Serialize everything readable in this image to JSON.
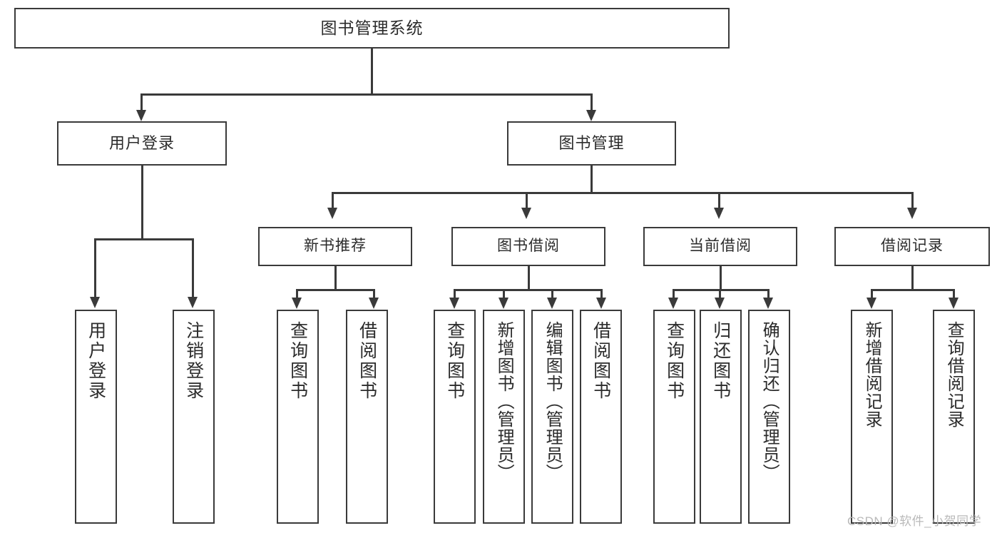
{
  "diagram": {
    "title": "图书管理系统",
    "type": "hierarchy-tree",
    "root": {
      "label": "图书管理系统"
    },
    "level2": [
      {
        "id": "user-login",
        "label": "用户登录"
      },
      {
        "id": "book-management",
        "label": "图书管理"
      }
    ],
    "level3": [
      {
        "id": "new-book-recommend",
        "label": "新书推荐"
      },
      {
        "id": "book-borrow",
        "label": "图书借阅"
      },
      {
        "id": "current-borrow",
        "label": "当前借阅"
      },
      {
        "id": "borrow-record",
        "label": "借阅记录"
      }
    ],
    "leaves": {
      "user_login": [
        {
          "id": "leaf-user-login",
          "label": "用户登录"
        },
        {
          "id": "leaf-logout",
          "label": "注销登录"
        }
      ],
      "new_book_recommend": [
        {
          "id": "leaf-query-book-1",
          "label": "查询图书"
        },
        {
          "id": "leaf-borrow-book-1",
          "label": "借阅图书"
        }
      ],
      "book_borrow": [
        {
          "id": "leaf-query-book-2",
          "label": "查询图书"
        },
        {
          "id": "leaf-add-book",
          "label": "新增图书（管理员）"
        },
        {
          "id": "leaf-edit-book",
          "label": "编辑图书（管理员）"
        },
        {
          "id": "leaf-borrow-book-2",
          "label": "借阅图书"
        }
      ],
      "current_borrow": [
        {
          "id": "leaf-query-book-3",
          "label": "查询图书"
        },
        {
          "id": "leaf-return-book",
          "label": "归还图书"
        },
        {
          "id": "leaf-confirm-return",
          "label": "确认归还（管理员）"
        }
      ],
      "borrow_record": [
        {
          "id": "leaf-add-record",
          "label": "新增借阅记录"
        },
        {
          "id": "leaf-query-record",
          "label": "查询借阅记录"
        }
      ]
    }
  },
  "watermark": {
    "text": "CSDN @软件_小贺同学"
  },
  "colors": {
    "stroke": "#3a3a3a",
    "fill": "#ffffff",
    "text": "#2b2b2b",
    "watermark": "#b9b9b9"
  }
}
